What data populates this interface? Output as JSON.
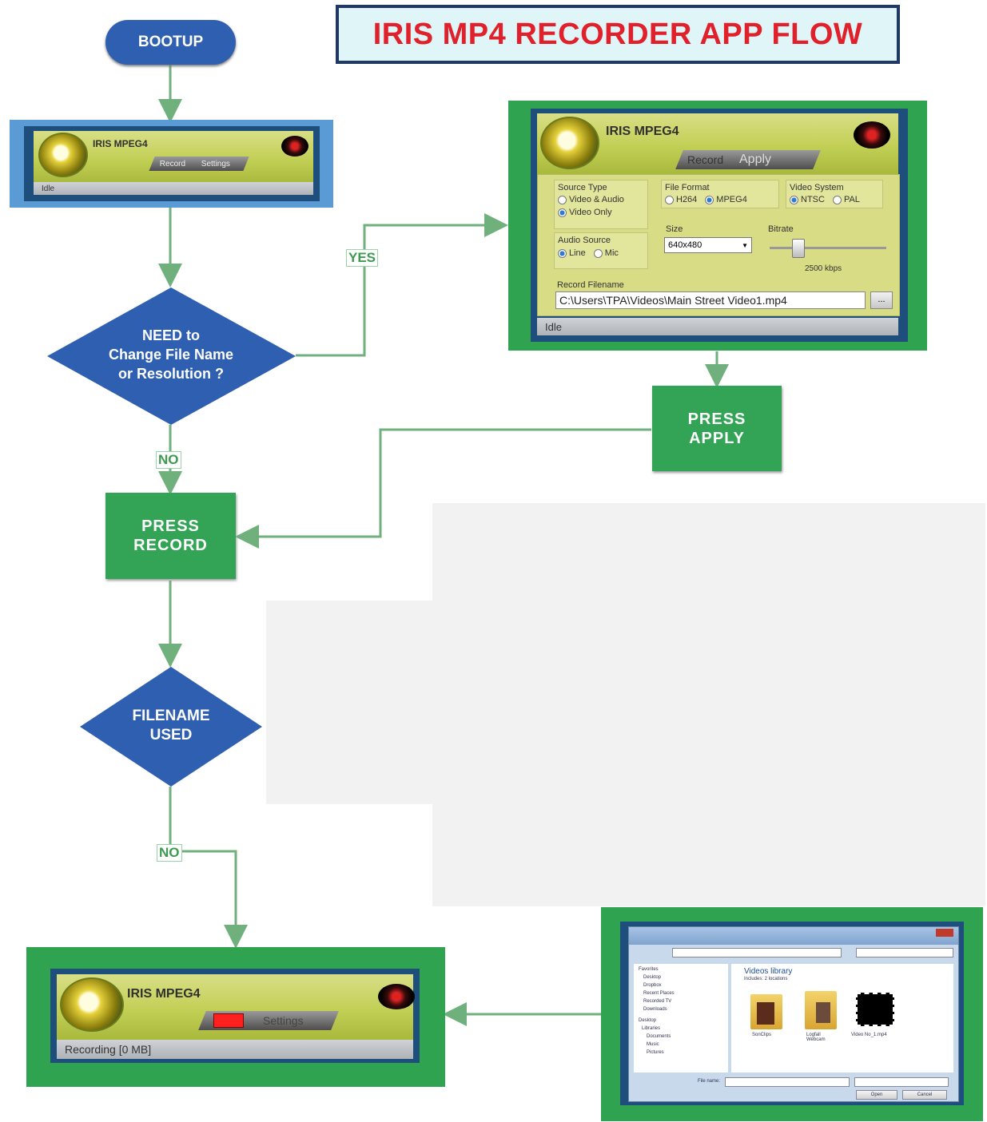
{
  "title": "IRIS MP4 RECORDER APP FLOW",
  "nodes": {
    "bootup": "BOOTUP",
    "decision_change": [
      "NEED to",
      "Change File Name",
      "or Resolution ?"
    ],
    "decision_filename": [
      "FILENAME",
      "USED"
    ],
    "press_record": [
      "PRESS",
      "RECORD"
    ],
    "press_apply": [
      "PRESS",
      "APPLY"
    ]
  },
  "edge_labels": {
    "yes": "YES",
    "no_change": "NO",
    "no_filename": "NO"
  },
  "colors": {
    "title_text": "#e0202a",
    "process_blue": "#2f5fb0",
    "action_green": "#33a455",
    "connector": "#6fb07c"
  },
  "app_idle": {
    "title": "IRIS MPEG4",
    "tabs": [
      "Record",
      "Settings"
    ],
    "status": "Idle"
  },
  "app_settings": {
    "title": "IRIS MPEG4",
    "tabs": [
      "Record",
      "Apply"
    ],
    "source_type_label": "Source Type",
    "source_options": [
      "Video & Audio",
      "Video Only"
    ],
    "file_format_label": "File Format",
    "file_format_options": [
      "H264",
      "MPEG4"
    ],
    "video_system_label": "Video System",
    "video_system_options": [
      "NTSC",
      "PAL"
    ],
    "size_label": "Size",
    "size_value": "640x480",
    "bitrate_label": "Bitrate",
    "bitrate_value": "2500 kbps",
    "audio_source_label": "Audio Source",
    "audio_options": [
      "Line",
      "Mic"
    ],
    "record_filename_label": "Record Filename",
    "record_filename_value": "C:\\Users\\TPA\\Videos\\Main Street Video1.mp4",
    "browse_label": "...",
    "status": "Idle"
  },
  "app_recording": {
    "title": "IRIS MPEG4",
    "tab_settings": "Settings",
    "status": "Recording [0 MB]"
  },
  "file_dialog": {
    "header": "Videos library",
    "subheader": "Includes: 2 locations",
    "files": [
      "SonClips",
      "Logfall Webcam",
      "Video No_1.mp4"
    ],
    "nav": [
      "Favorites",
      "Desktop",
      "Dropbox",
      "Recent Places",
      "Recorded TV",
      "Downloads",
      "Desktop",
      "Libraries",
      "Documents",
      "Music",
      "Pictures"
    ],
    "buttons": [
      "Open",
      "Cancel"
    ],
    "filename_label": "File name:"
  }
}
